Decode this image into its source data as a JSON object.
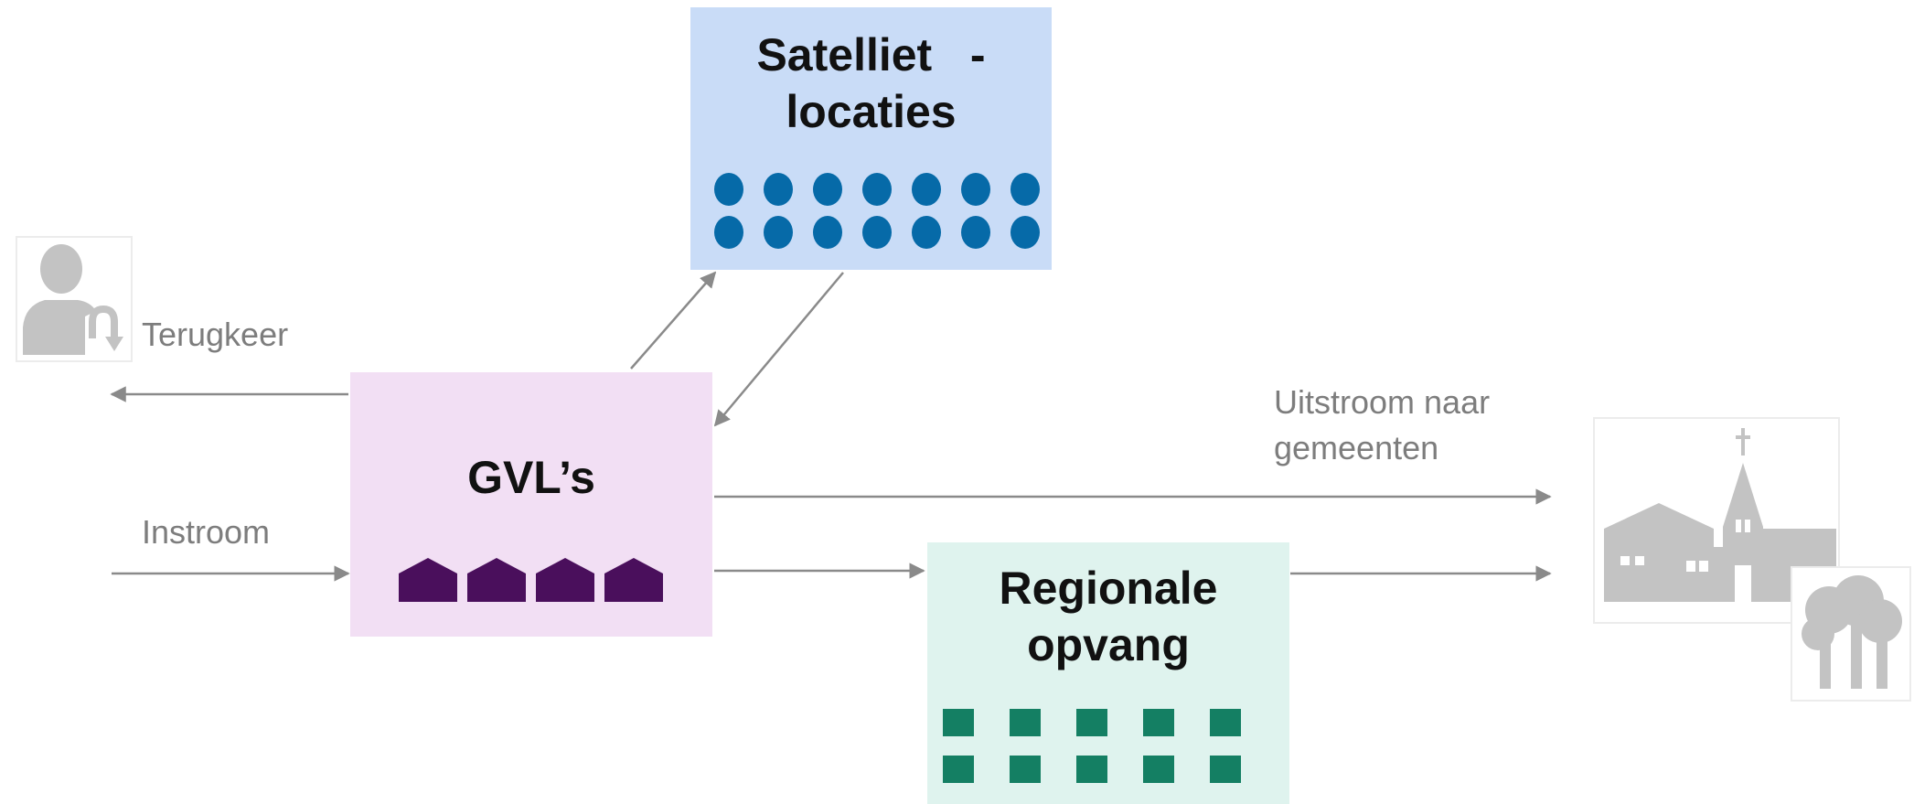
{
  "satellite": {
    "title_line1": "Satelliet   -",
    "title_line2": "locaties",
    "dot_color": "#066aa8",
    "dot_count": 14
  },
  "gvl": {
    "title": "GVL’s",
    "house_color": "#4a0f5c",
    "house_count": 4
  },
  "regional": {
    "title_line1": "Regionale",
    "title_line2": "opvang",
    "square_color": "#147f63",
    "square_count": 10
  },
  "labels": {
    "terugkeer": "Terugkeer",
    "instroom": "Instroom",
    "uitstroom_line1": "Uitstroom naar",
    "uitstroom_line2": "gemeenten"
  },
  "icons": {
    "person": "person-return-icon",
    "town": "town-church-icon",
    "trees": "trees-icon"
  },
  "colors": {
    "arrow": "#8a8a8a",
    "icon_gray": "#c3c3c3"
  }
}
